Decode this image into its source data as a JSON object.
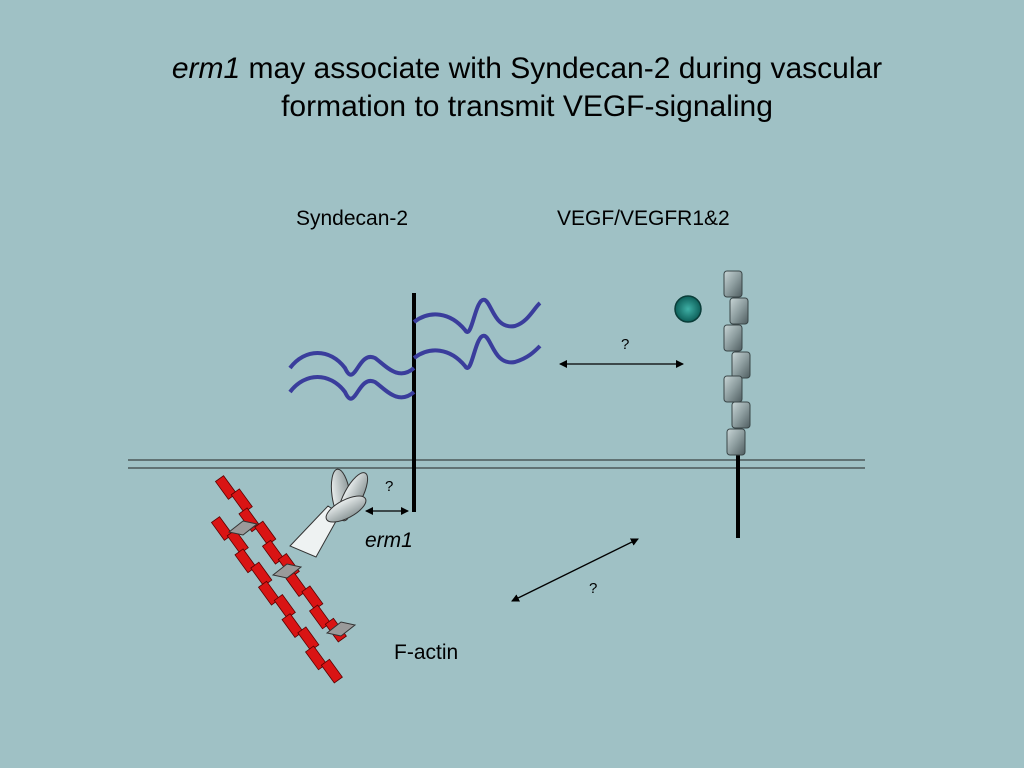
{
  "slide": {
    "background": "#9fc1c5",
    "title_line1_italic": "erm1",
    "title_line1_rest": " may associate with Syndecan-2 during vascular",
    "title_line2": "formation to transmit VEGF-signaling"
  },
  "labels": {
    "syndecan": "Syndecan-2",
    "vegf": "VEGF/VEGFR1&2",
    "erm1": "erm1",
    "factin": "F-actin",
    "question_top": "?",
    "question_erm1": "?",
    "question_bottom": "?"
  },
  "colors": {
    "heparan_sulfate_chains": "#3a3d9c",
    "vegf_ligand": "#1a7a73",
    "receptor_domains": "#8e9ea0",
    "actin_monomers": "#d91414",
    "actin_linkers": "#9a9a9a"
  }
}
